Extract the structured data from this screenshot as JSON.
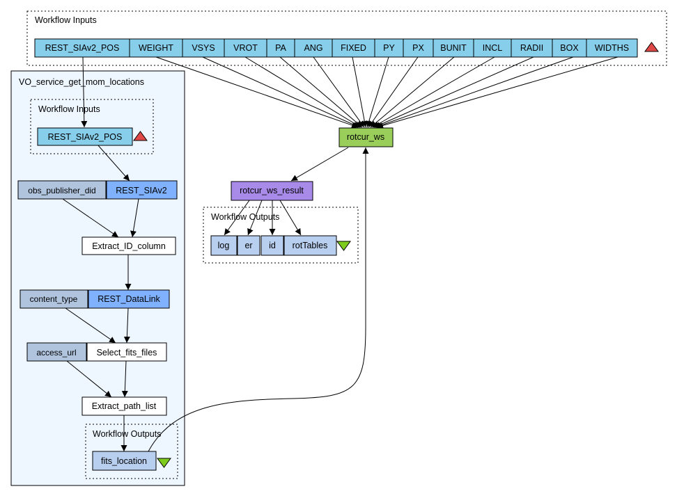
{
  "colors": {
    "input": "#87ceeb",
    "service": "#7fb1ff",
    "processor": "#ffffff",
    "constant": "#b0c4de",
    "output": "#b8cfef",
    "rotcur_ws": "#9ace5b",
    "rotcur_ws_result": "#a88ae8",
    "subworkflow_bg": "#eef6ff",
    "triangle_in": "#e04848",
    "triangle_out": "#7dcc1e"
  },
  "top_inputs": {
    "title": "Workflow Inputs",
    "ports": [
      "REST_SIAv2_POS",
      "WEIGHT",
      "VSYS",
      "VROT",
      "PA",
      "ANG",
      "FIXED",
      "PY",
      "PX",
      "BUNIT",
      "INCL",
      "RADII",
      "BOX",
      "WIDTHS"
    ]
  },
  "subworkflow": {
    "title": "VO_service_get_mom_locations",
    "inputs": {
      "title": "Workflow Inputs",
      "ports": [
        "REST_SIAv2_POS"
      ]
    },
    "nodes": {
      "obs_publisher_did": "obs_publisher_did",
      "rest_siav2": "REST_SIAv2",
      "extract_id_column": "Extract_ID_column",
      "content_type": "content_type",
      "rest_datalink": "REST_DataLink",
      "access_url": "access_url",
      "select_fits_files": "Select_fits_files",
      "extract_path_list": "Extract_path_list"
    },
    "outputs": {
      "title": "Workflow Outputs",
      "ports": [
        "fits_location"
      ]
    }
  },
  "main": {
    "rotcur_ws": "rotcur_ws",
    "rotcur_ws_result": "rotcur_ws_result",
    "outputs": {
      "title": "Workflow Outputs",
      "ports": [
        "log",
        "er",
        "id",
        "rotTables"
      ]
    }
  }
}
